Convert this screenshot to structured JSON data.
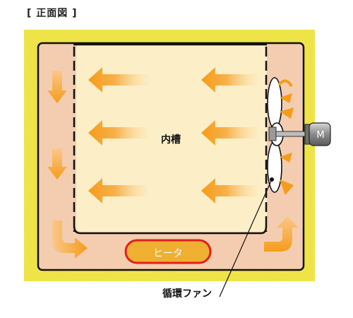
{
  "view_label": "[ 正面図 ]",
  "labels": {
    "inner_chamber": "内槽",
    "heater": "ヒータ",
    "circulation_fan": "循環ファン",
    "motor": "M"
  },
  "colors": {
    "insulation": "#f2e84a",
    "outer_chamber": "#f4cdb0",
    "inner_chamber": "#fcefc8",
    "arrow": "#f59c1a",
    "heater_fill": "#f2b33a",
    "heater_border": "#e0201c",
    "motor": "#8a8a8a"
  },
  "icons": [
    "flow-arrow",
    "fan-blade",
    "motor",
    "heater"
  ]
}
